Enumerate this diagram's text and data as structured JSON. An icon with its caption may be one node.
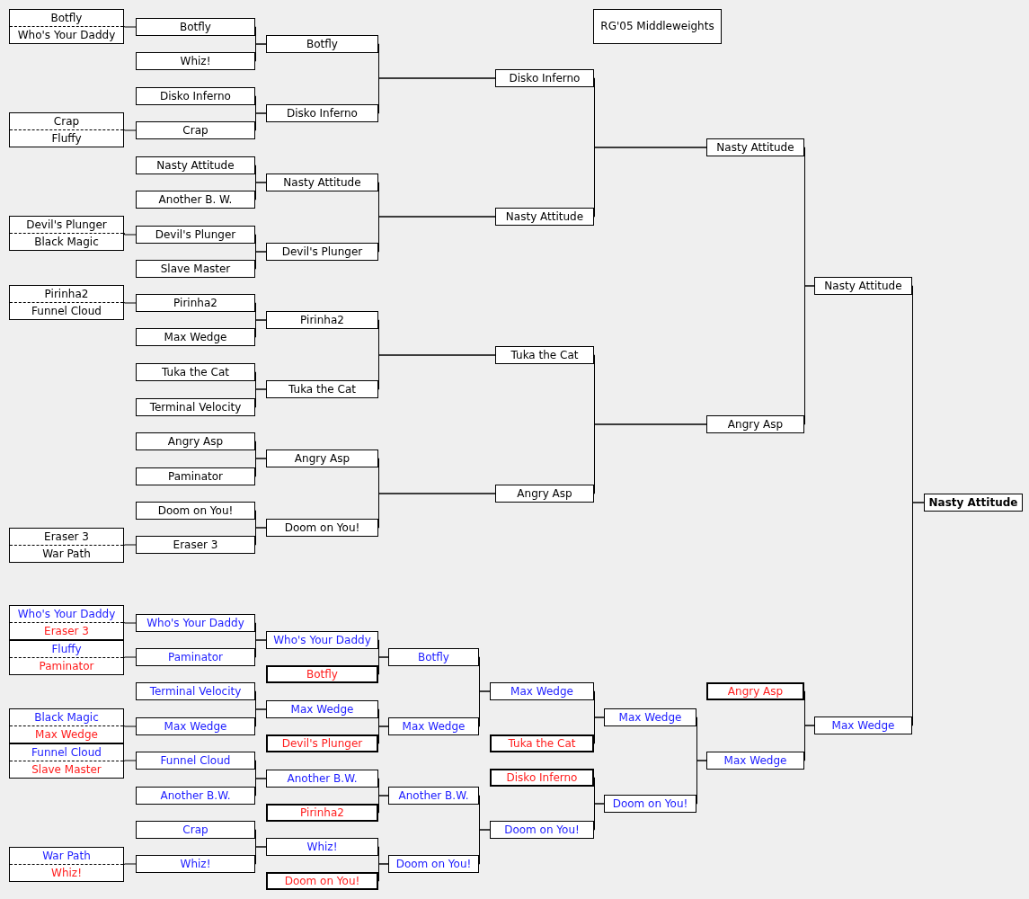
{
  "diagram": {
    "nodes": [
      {
        "text": [
          "Botfly",
          "Who's Your Daddy"
        ]
      },
      {
        "text": [
          "Crap",
          "Fluffy"
        ]
      },
      {
        "text": [
          "Devil's Plunger",
          "Black Magic"
        ]
      },
      {
        "text": [
          "Pirinha2",
          "Funnel Cloud"
        ]
      },
      {
        "text": [
          "Eraser 3",
          "War Path"
        ]
      },
      {
        "text": [
          "Botfly"
        ]
      },
      {
        "text": [
          "Whiz!"
        ]
      },
      {
        "text": [
          "Disko Inferno"
        ]
      },
      {
        "text": [
          "Crap"
        ]
      },
      {
        "text": [
          "Nasty Attitude"
        ]
      },
      {
        "text": [
          "Another B. W."
        ]
      },
      {
        "text": [
          "Devil's Plunger"
        ]
      },
      {
        "text": [
          "Slave Master"
        ]
      },
      {
        "text": [
          "Pirinha2"
        ]
      },
      {
        "text": [
          "Max Wedge"
        ]
      },
      {
        "text": [
          "Tuka the Cat"
        ]
      },
      {
        "text": [
          "Terminal Velocity"
        ]
      },
      {
        "text": [
          "Angry Asp"
        ]
      },
      {
        "text": [
          "Paminator"
        ]
      },
      {
        "text": [
          "Doom on You!"
        ]
      },
      {
        "text": [
          "Eraser 3"
        ]
      },
      {
        "text": [
          "Botfly"
        ]
      },
      {
        "text": [
          "Disko Inferno"
        ]
      },
      {
        "text": [
          "Nasty Attitude"
        ]
      },
      {
        "text": [
          "Devil's Plunger"
        ]
      },
      {
        "text": [
          "Pirinha2"
        ]
      },
      {
        "text": [
          "Tuka the Cat"
        ]
      },
      {
        "text": [
          "Angry Asp"
        ]
      },
      {
        "text": [
          "Doom on You!"
        ]
      },
      {
        "text": [
          "Disko Inferno"
        ]
      },
      {
        "text": [
          "Nasty Attitude"
        ]
      },
      {
        "text": [
          "Tuka the Cat"
        ]
      },
      {
        "text": [
          "Angry Asp"
        ]
      },
      {
        "text": [
          "Nasty Attitude"
        ]
      },
      {
        "text": [
          "Angry Asp"
        ]
      },
      {
        "text": [
          "Nasty Attitude"
        ]
      },
      {
        "text": [
          "Who's Your Daddy",
          "Eraser 3"
        ]
      },
      {
        "text": [
          "Fluffy",
          "Paminator"
        ]
      },
      {
        "text": [
          "Black Magic",
          "Max Wedge"
        ]
      },
      {
        "text": [
          "Funnel Cloud",
          "Slave Master"
        ]
      },
      {
        "text": [
          "War Path",
          "Whiz!"
        ]
      },
      {
        "text": [
          "Who's Your Daddy"
        ]
      },
      {
        "text": [
          "Paminator"
        ]
      },
      {
        "text": [
          "Terminal Velocity"
        ]
      },
      {
        "text": [
          "Max Wedge"
        ]
      },
      {
        "text": [
          "Funnel Cloud"
        ]
      },
      {
        "text": [
          "Another B.W."
        ]
      },
      {
        "text": [
          "Crap"
        ]
      },
      {
        "text": [
          "Whiz!"
        ]
      },
      {
        "text": [
          "Who's Your Daddy"
        ]
      },
      {
        "text": [
          "Botfly"
        ]
      },
      {
        "text": [
          "Max Wedge"
        ]
      },
      {
        "text": [
          "Devil's Plunger"
        ]
      },
      {
        "text": [
          "Another B.W."
        ]
      },
      {
        "text": [
          "Pirinha2"
        ]
      },
      {
        "text": [
          "Whiz!"
        ]
      },
      {
        "text": [
          "Doom on You!"
        ]
      },
      {
        "text": [
          "Botfly"
        ]
      },
      {
        "text": [
          "Max Wedge"
        ]
      },
      {
        "text": [
          "Another B.W."
        ]
      },
      {
        "text": [
          "Doom on You!"
        ]
      },
      {
        "text": [
          "Max Wedge"
        ]
      },
      {
        "text": [
          "Tuka the Cat"
        ]
      },
      {
        "text": [
          "Disko Inferno"
        ]
      },
      {
        "text": [
          "Doom on You!"
        ]
      },
      {
        "text": [
          "Max Wedge"
        ]
      },
      {
        "text": [
          "Doom on You!"
        ]
      },
      {
        "text": [
          "Angry Asp"
        ]
      },
      {
        "text": [
          "Max Wedge"
        ]
      },
      {
        "text": [
          "Max Wedge"
        ]
      },
      {
        "text": [
          "Nasty Attitude"
        ]
      },
      {
        "text": [
          "RG'05 Middleweights"
        ]
      }
    ],
    "edges": [
      {
        "from": 0,
        "to": 5,
        "arrow": "none"
      },
      {
        "from": 1,
        "to": 8,
        "arrow": "none"
      },
      {
        "from": 2,
        "to": 11,
        "arrow": "none"
      },
      {
        "from": 3,
        "to": 13,
        "arrow": "none"
      },
      {
        "from": 4,
        "to": 20,
        "arrow": "none"
      },
      {
        "from": 5,
        "to": 21,
        "arrow": "none"
      },
      {
        "from": 6,
        "to": 21,
        "arrow": "none"
      },
      {
        "from": 7,
        "to": 22,
        "arrow": "none"
      },
      {
        "from": 8,
        "to": 22,
        "arrow": "none"
      },
      {
        "from": 9,
        "to": 23,
        "arrow": "none"
      },
      {
        "from": 10,
        "to": 23,
        "arrow": "none"
      },
      {
        "from": 11,
        "to": 24,
        "arrow": "none"
      },
      {
        "from": 12,
        "to": 24,
        "arrow": "none"
      },
      {
        "from": 13,
        "to": 25,
        "arrow": "none"
      },
      {
        "from": 14,
        "to": 25,
        "arrow": "none"
      },
      {
        "from": 15,
        "to": 26,
        "arrow": "none"
      },
      {
        "from": 16,
        "to": 26,
        "arrow": "none"
      },
      {
        "from": 17,
        "to": 27,
        "arrow": "none"
      },
      {
        "from": 18,
        "to": 27,
        "arrow": "none"
      },
      {
        "from": 19,
        "to": 28,
        "arrow": "none"
      },
      {
        "from": 20,
        "to": 28,
        "arrow": "none"
      },
      {
        "from": 21,
        "to": 29,
        "arrow": "none"
      },
      {
        "from": 22,
        "to": 29,
        "arrow": "none"
      },
      {
        "from": 23,
        "to": 30,
        "arrow": "none"
      },
      {
        "from": 24,
        "to": 30,
        "arrow": "none"
      },
      {
        "from": 25,
        "to": 31,
        "arrow": "none"
      },
      {
        "from": 26,
        "to": 31,
        "arrow": "none"
      },
      {
        "from": 27,
        "to": 32,
        "arrow": "none"
      },
      {
        "from": 28,
        "to": 32,
        "arrow": "none"
      },
      {
        "from": 29,
        "to": 33,
        "arrow": "none"
      },
      {
        "from": 30,
        "to": 33,
        "arrow": "none"
      },
      {
        "from": 31,
        "to": 34,
        "arrow": "none"
      },
      {
        "from": 32,
        "to": 34,
        "arrow": "none"
      },
      {
        "from": 33,
        "to": 35,
        "arrow": "none"
      },
      {
        "from": 34,
        "to": 35,
        "arrow": "none"
      },
      {
        "from": 36,
        "to": 41,
        "arrow": "none"
      },
      {
        "from": 37,
        "to": 42,
        "arrow": "none"
      },
      {
        "from": 38,
        "to": 44,
        "arrow": "none"
      },
      {
        "from": 39,
        "to": 45,
        "arrow": "none"
      },
      {
        "from": 40,
        "to": 48,
        "arrow": "none"
      },
      {
        "from": 41,
        "to": 49,
        "arrow": "none"
      },
      {
        "from": 42,
        "to": 49,
        "arrow": "none"
      },
      {
        "from": 43,
        "to": 51,
        "arrow": "none"
      },
      {
        "from": 44,
        "to": 51,
        "arrow": "none"
      },
      {
        "from": 45,
        "to": 53,
        "arrow": "none"
      },
      {
        "from": 46,
        "to": 53,
        "arrow": "none"
      },
      {
        "from": 47,
        "to": 55,
        "arrow": "none"
      },
      {
        "from": 48,
        "to": 55,
        "arrow": "none"
      },
      {
        "from": 49,
        "to": 57,
        "arrow": "none"
      },
      {
        "from": 50,
        "to": 57,
        "arrow": "none"
      },
      {
        "from": 51,
        "to": 58,
        "arrow": "none"
      },
      {
        "from": 52,
        "to": 58,
        "arrow": "none"
      },
      {
        "from": 53,
        "to": 59,
        "arrow": "none"
      },
      {
        "from": 54,
        "to": 59,
        "arrow": "none"
      },
      {
        "from": 55,
        "to": 60,
        "arrow": "none"
      },
      {
        "from": 56,
        "to": 60,
        "arrow": "none"
      },
      {
        "from": 57,
        "to": 61,
        "arrow": "none"
      },
      {
        "from": 58,
        "to": 61,
        "arrow": "none"
      },
      {
        "from": 59,
        "to": 64,
        "arrow": "none"
      },
      {
        "from": 60,
        "to": 64,
        "arrow": "none"
      },
      {
        "from": 61,
        "to": 65,
        "arrow": "none"
      },
      {
        "from": 62,
        "to": 65,
        "arrow": "none"
      },
      {
        "from": 63,
        "to": 66,
        "arrow": "none"
      },
      {
        "from": 64,
        "to": 66,
        "arrow": "none"
      },
      {
        "from": 65,
        "to": 68,
        "arrow": "none"
      },
      {
        "from": 66,
        "to": 68,
        "arrow": "none"
      },
      {
        "from": 67,
        "to": 69,
        "arrow": "none"
      },
      {
        "from": 68,
        "to": 69,
        "arrow": "none"
      },
      {
        "from": 35,
        "to": 70,
        "arrow": "none"
      },
      {
        "from": 69,
        "to": 70,
        "arrow": "none"
      }
    ]
  }
}
